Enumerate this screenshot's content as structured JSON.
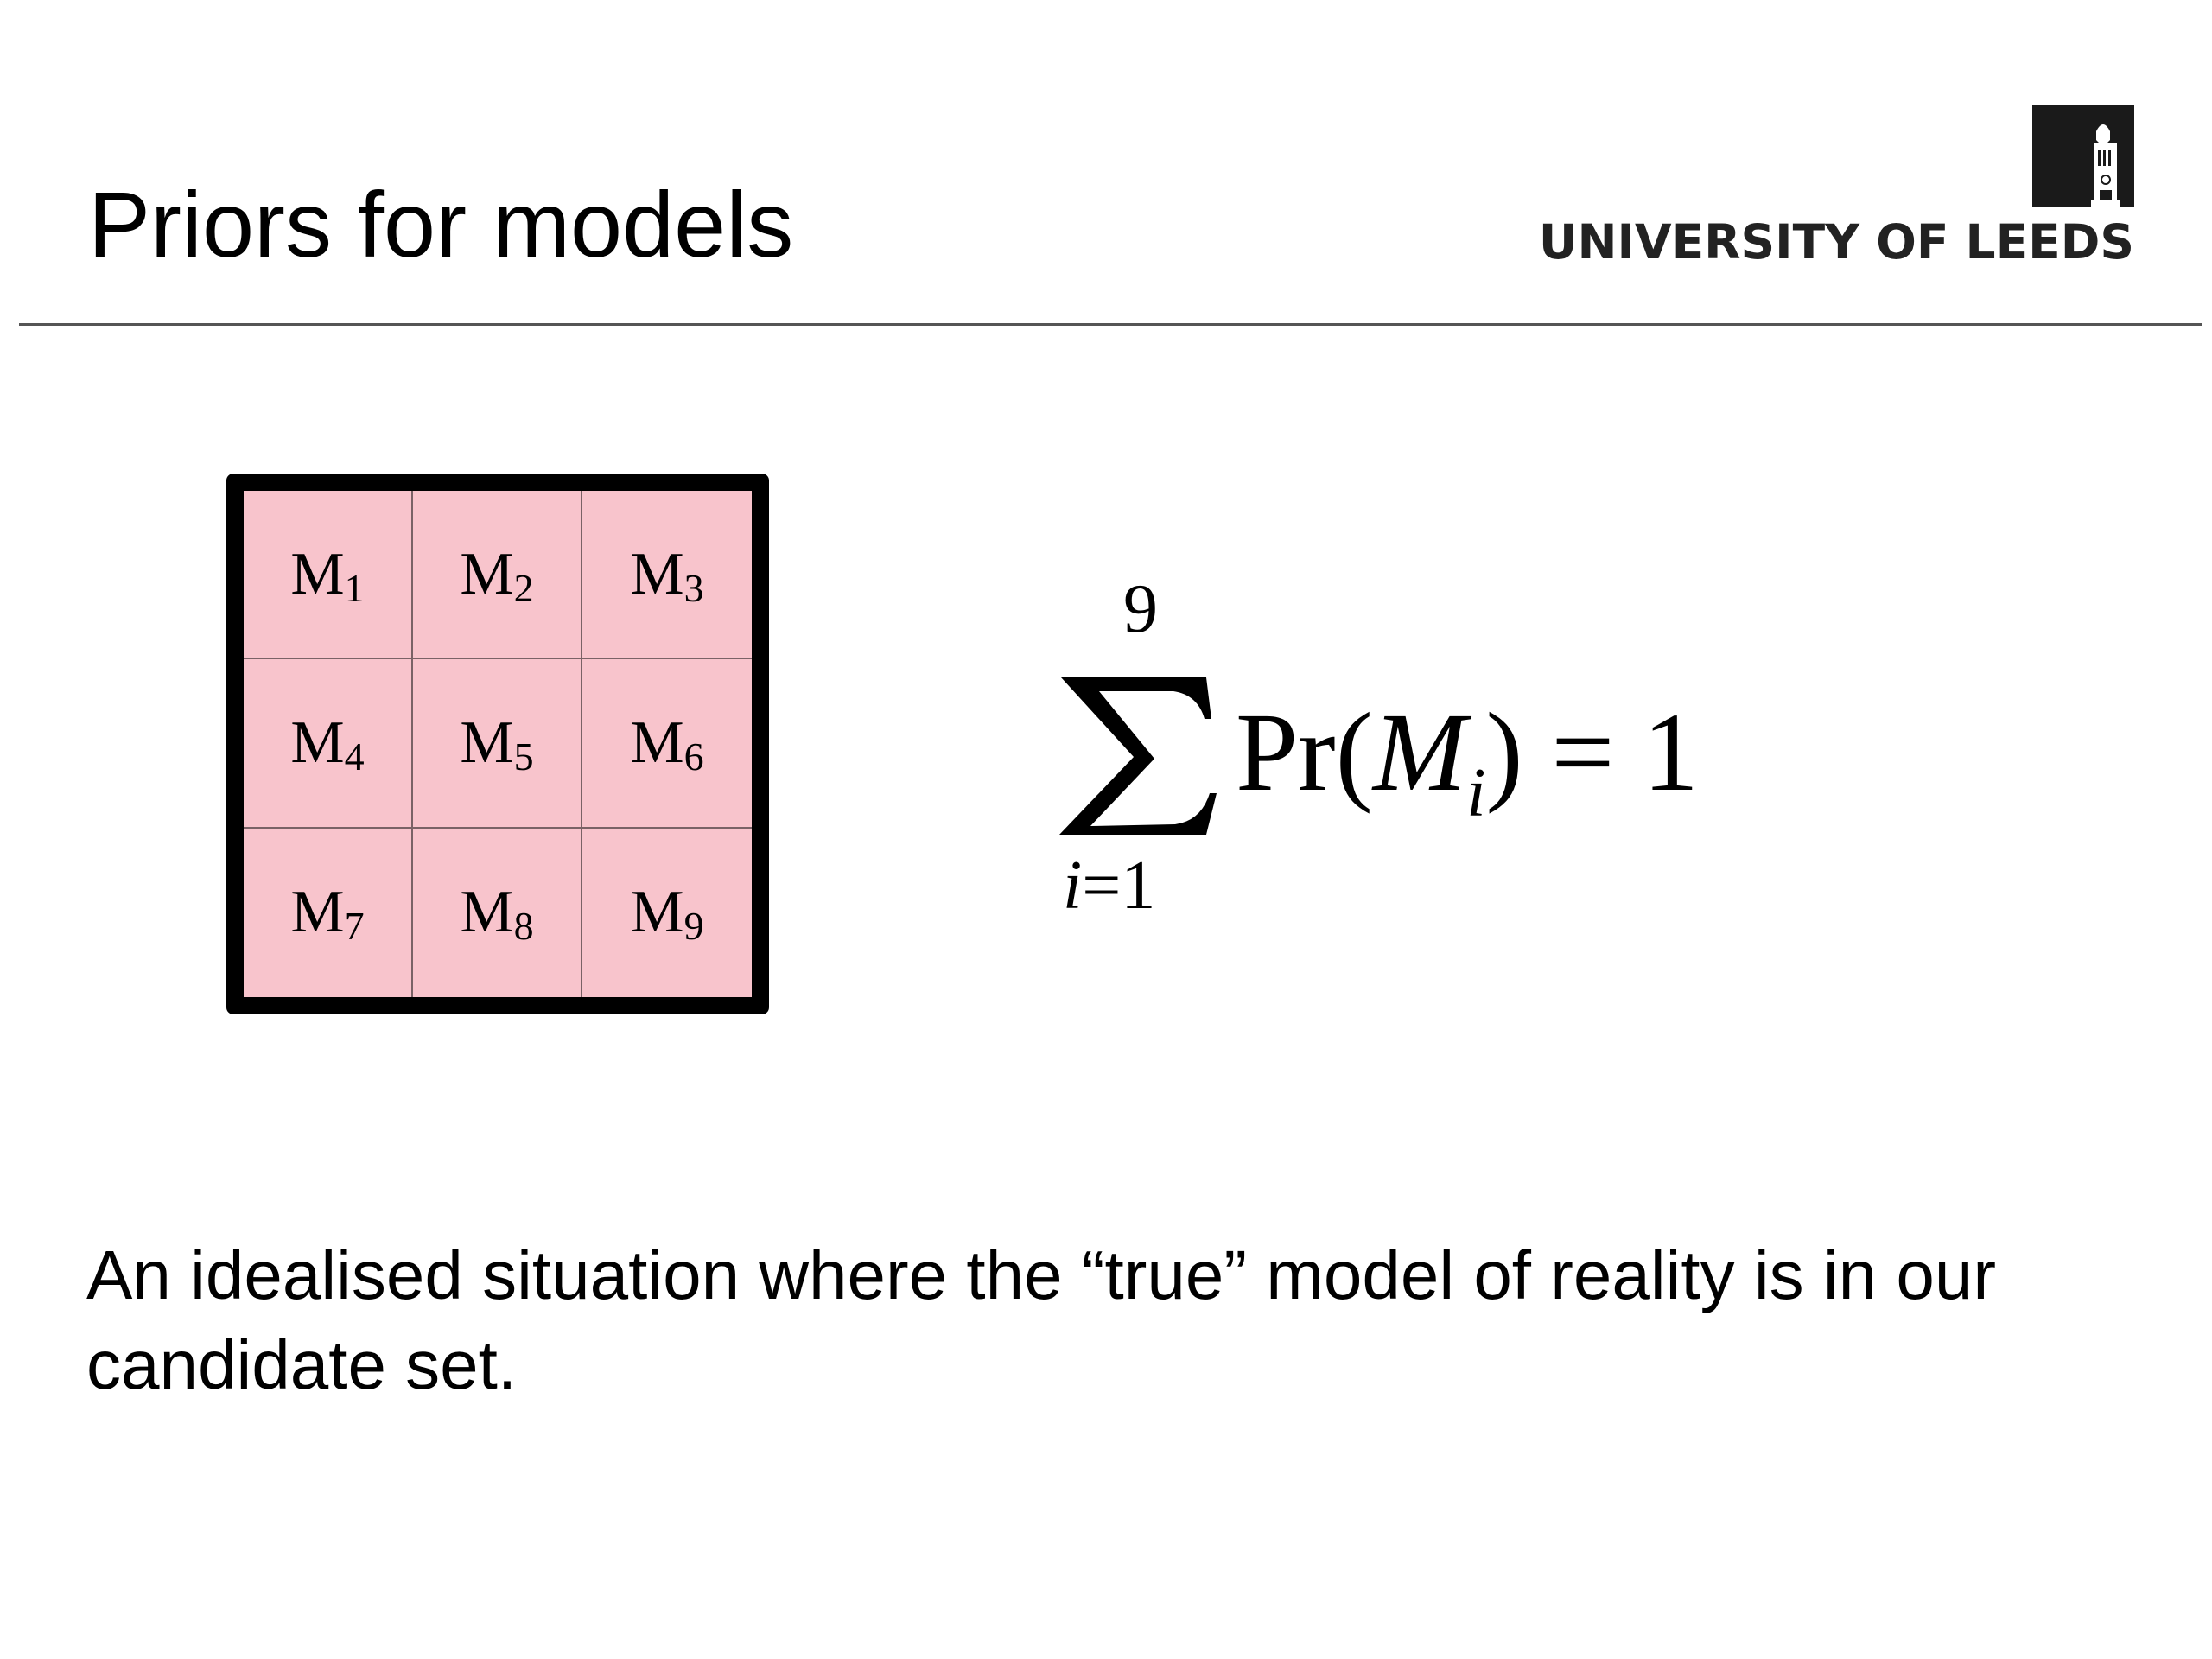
{
  "slide": {
    "title": "Priors for models"
  },
  "logo": {
    "text": "UNIVERSITY OF LEEDS",
    "icon": "parkinson-tower-icon"
  },
  "models": [
    {
      "letter": "M",
      "index": "1"
    },
    {
      "letter": "M",
      "index": "2"
    },
    {
      "letter": "M",
      "index": "3"
    },
    {
      "letter": "M",
      "index": "4"
    },
    {
      "letter": "M",
      "index": "5"
    },
    {
      "letter": "M",
      "index": "6"
    },
    {
      "letter": "M",
      "index": "7"
    },
    {
      "letter": "M",
      "index": "8"
    },
    {
      "letter": "M",
      "index": "9"
    }
  ],
  "formula": {
    "upper_limit": "9",
    "lower_index": "i",
    "lower_eq": "=1",
    "function": "Pr(",
    "variable": "M",
    "variable_sub": "i",
    "rest": ") = 1"
  },
  "body": {
    "text": "An idealised situation where the “true” model of reality is in our candidate set."
  },
  "colors": {
    "grid_fill": "#f8c4cc",
    "grid_border": "#000000"
  }
}
